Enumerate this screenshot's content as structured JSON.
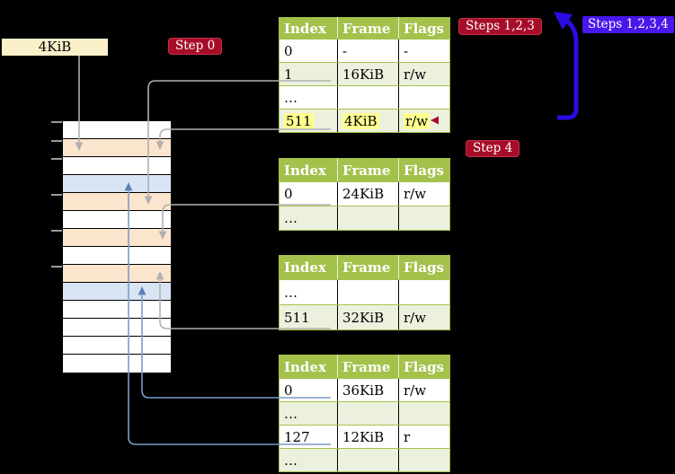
{
  "page_size_box": "4KiB",
  "badges": {
    "step0": "Step 0",
    "steps123": "Steps 1,2,3",
    "steps1234": "Steps 1,2,3,4",
    "step4": "Step 4"
  },
  "tables": [
    {
      "headers": [
        "Index",
        "Frame",
        "Flags"
      ],
      "rows": [
        [
          "0",
          "-",
          "-"
        ],
        [
          "1",
          "16KiB",
          "r/w"
        ],
        [
          "…",
          "",
          ""
        ],
        [
          "511",
          "4KiB",
          "r/w"
        ]
      ],
      "highlighted_row": 3
    },
    {
      "headers": [
        "Index",
        "Frame",
        "Flags"
      ],
      "rows": [
        [
          "0",
          "24KiB",
          "r/w"
        ],
        [
          "…",
          "",
          ""
        ]
      ]
    },
    {
      "headers": [
        "Index",
        "Frame",
        "Flags"
      ],
      "rows": [
        [
          "…",
          "",
          ""
        ],
        [
          "511",
          "32KiB",
          "r/w"
        ]
      ]
    },
    {
      "headers": [
        "Index",
        "Frame",
        "Flags"
      ],
      "rows": [
        [
          "0",
          "36KiB",
          "r/w"
        ],
        [
          "…",
          "",
          ""
        ],
        [
          "127",
          "12KiB",
          "r"
        ],
        [
          "…",
          "",
          ""
        ]
      ]
    }
  ],
  "memory_strip": {
    "rows": [
      "white",
      "peach",
      "white",
      "blue",
      "peach",
      "white",
      "peach",
      "white",
      "peach",
      "blue",
      "white",
      "white",
      "white",
      "white"
    ]
  },
  "colors": {
    "header_green": "#a4c14b",
    "row_green": "#ebf1dd",
    "frame_peach": "#fce5cd",
    "frame_blue": "#d9e4f4",
    "box_cream": "#faf0ca",
    "badge_red": "#a60d28",
    "badge_blue": "#4817ec",
    "highlight_yellow": "#ffff90",
    "connector_gray": "#b0b0b0",
    "connector_blue": "#7b9bc8",
    "big_arrow_blue": "#2b0ce4"
  }
}
